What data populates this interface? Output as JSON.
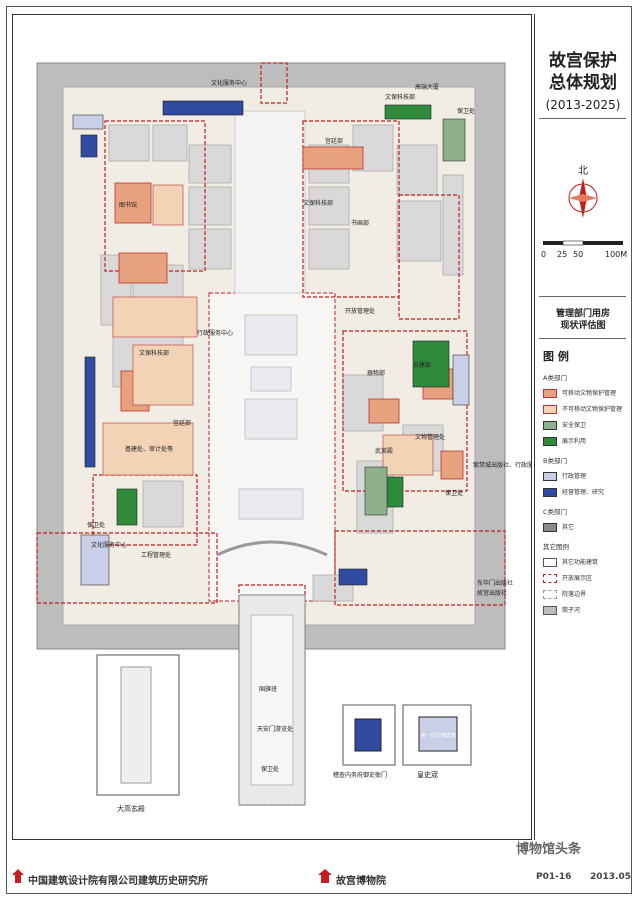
{
  "header": {
    "title_line1": "故宫保护",
    "title_line2": "总体规划",
    "period": "(2013-2025)"
  },
  "compass": {
    "north_label": "北"
  },
  "scale": {
    "ticks": [
      "0",
      "25",
      "50",
      "100M"
    ]
  },
  "sheet": {
    "title_line1": "管理部门用房",
    "title_line2": "现状评估图",
    "number": "P01-16",
    "date": "2013.05"
  },
  "legend": {
    "heading": "图  例",
    "categories": [
      {
        "label": "A类部门",
        "items": [
          {
            "label": "可移动文物保护管理",
            "color": "#e8a17e",
            "border": "#b33"
          },
          {
            "label": "不可移动文物保护管理",
            "color": "#f2d3b6",
            "border": "#b33"
          },
          {
            "label": "安全保卫",
            "color": "#8fb08c",
            "border": "#333"
          },
          {
            "label": "展示利用",
            "color": "#2f8a3b",
            "border": "#333"
          }
        ]
      },
      {
        "label": "B类部门",
        "items": [
          {
            "label": "行政管理",
            "color": "#c9cfe6",
            "border": "#333"
          },
          {
            "label": "经营管理、研究",
            "color": "#2f4aa0",
            "border": "#333"
          }
        ]
      },
      {
        "label": "C类部门",
        "items": [
          {
            "label": "其它",
            "color": "#8a8a8a",
            "border": "#333"
          }
        ]
      },
      {
        "label": "其它图例",
        "items": [
          {
            "label": "其它功能建筑",
            "color": "#ffffff",
            "border": "#555"
          },
          {
            "label": "开放展示区",
            "color": "#ffffff",
            "border": "#c21f1f"
          },
          {
            "label": "院落边界",
            "color": "#ffffff",
            "border": "#999"
          },
          {
            "label": "筒子河",
            "color": "#bdbdbd",
            "border": "#555"
          }
        ]
      }
    ]
  },
  "map_labels": {
    "n1": "文化服务中心",
    "n2": "高端大厦",
    "n3": "文保科技部",
    "n4": "保卫处",
    "n5": "宫廷部",
    "n6": "图书馆",
    "n7": "文保科技部",
    "n8": "书画部",
    "n9": "开放管理处",
    "n10": "行政服务中心",
    "n11": "古建部",
    "n12": "文保科技部",
    "n13": "器物部",
    "n14": "文物管理处",
    "n15": "基建处、审计处等",
    "n16": "宫廷部",
    "n17": "武英殿",
    "n18": "工程管理处",
    "n19": "文化服务中心",
    "n20": "保卫处",
    "n21": "故宫出版社",
    "n22": "东华门出版社",
    "n23": "保卫处",
    "n24": "紫禁城出版社、行政服务中心等",
    "n25": "国旗班",
    "n26": "天安门游览处",
    "n27": "保卫处",
    "inset1": "大高玄殿",
    "inset2": "稽查内务府御史衙门",
    "inset3": "皇史宬",
    "inset3_tag": "第一历史档案馆"
  },
  "footer": {
    "org_left": "中国建筑设计院有限公司建筑历史研究所",
    "org_right": "故宫博物院"
  },
  "watermark": "博物馆头条"
}
